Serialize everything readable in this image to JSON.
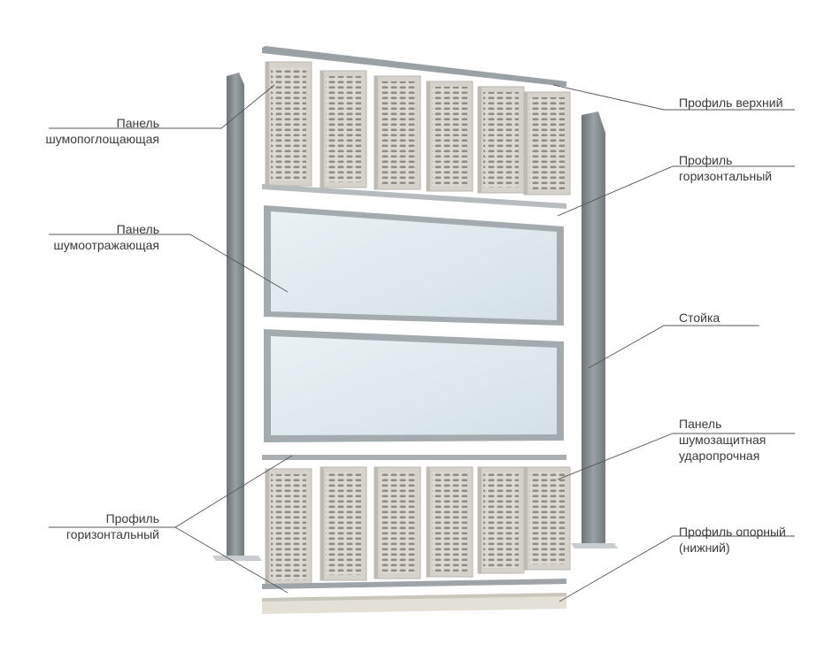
{
  "labels": {
    "panel_absorbing": [
      "Панель",
      "шумопоглощающая"
    ],
    "panel_reflecting": [
      "Панель",
      "шумоотражающая"
    ],
    "profile_horizontal_left": [
      "Профиль",
      "горизонтальный"
    ],
    "profile_top": [
      "Профиль верхний"
    ],
    "profile_horizontal_right": [
      "Профиль",
      "горизонтальный"
    ],
    "post": [
      "Стойка"
    ],
    "panel_impact": [
      "Панель",
      "шумозащитная",
      "ударопрочная"
    ],
    "profile_support": [
      "Профиль опорный",
      "(нижний)"
    ]
  },
  "colors": {
    "text": "#3a3a3a",
    "leader": "#555555",
    "post_light": "#8f969a",
    "post_dark": "#6b7276",
    "frame": "#a7aeb2",
    "glass": "#e6eff2",
    "panel_body": "#d9d7cf",
    "panel_holes": "#8c8a84"
  }
}
